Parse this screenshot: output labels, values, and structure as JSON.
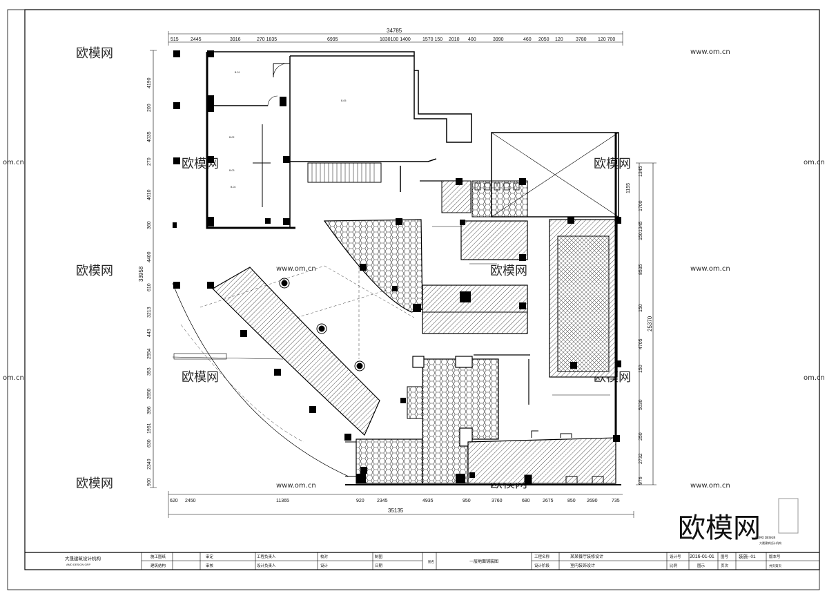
{
  "watermarks": {
    "brand": "欧模网",
    "url": "www.om.cn",
    "url_partial": "om.cn"
  },
  "dimensions": {
    "top_total": "34785",
    "bottom_total": "35135",
    "left_total": "33958",
    "right_total": "25370",
    "top": [
      "515",
      "2445",
      "3916",
      "270 1835",
      "6995",
      "1830100 1400",
      "1570 150",
      "2010",
      "400",
      "3990",
      "460",
      "2050",
      "120",
      "3780",
      "120 700"
    ],
    "bottom": [
      "620",
      "2450",
      "11365",
      "920",
      "2345",
      "4935",
      "950",
      "3760",
      "680",
      "2675",
      "850",
      "2690",
      "735"
    ],
    "left": [
      "4190",
      "200",
      "4035",
      "270",
      "4610",
      "360",
      "4400",
      "610",
      "3213",
      "443",
      "2554",
      "353",
      "2650",
      "396",
      "1951",
      "630",
      "2340",
      "900"
    ],
    "right": [
      "1345",
      "1155",
      "1700",
      "1345",
      "150",
      "8535",
      "150",
      "4705",
      "150",
      "5030",
      "250",
      "2732",
      "976"
    ]
  },
  "logo": {
    "name": "欧模网",
    "caption": "OUMO DESIGN",
    "sub": "大晟建筑设计机构"
  },
  "title_block": {
    "firm": "大晟建筑设计机构",
    "firm_en": "AMD DESIGN GRP",
    "c1": [
      "施工图纸",
      "建筑结构"
    ],
    "c2": [
      "审定",
      "审核"
    ],
    "c3": [
      "工程负责人",
      "设计负责人"
    ],
    "c4": [
      "校对",
      "设计"
    ],
    "c5": [
      "制图",
      "日期"
    ],
    "c6": "图名",
    "drawing_name": "一层地面铺装图",
    "c8": [
      "工程名称",
      "设计阶段"
    ],
    "project": "某某餐厅装修设计",
    "stage": "室内装饰设计",
    "c10": [
      "设计号",
      "比例"
    ],
    "date": "2016-01-01",
    "scale": "图示",
    "c12": [
      "图号",
      "页次"
    ],
    "sheet_no": "装施--01",
    "c14": [
      "版本号",
      "共页第页"
    ]
  }
}
